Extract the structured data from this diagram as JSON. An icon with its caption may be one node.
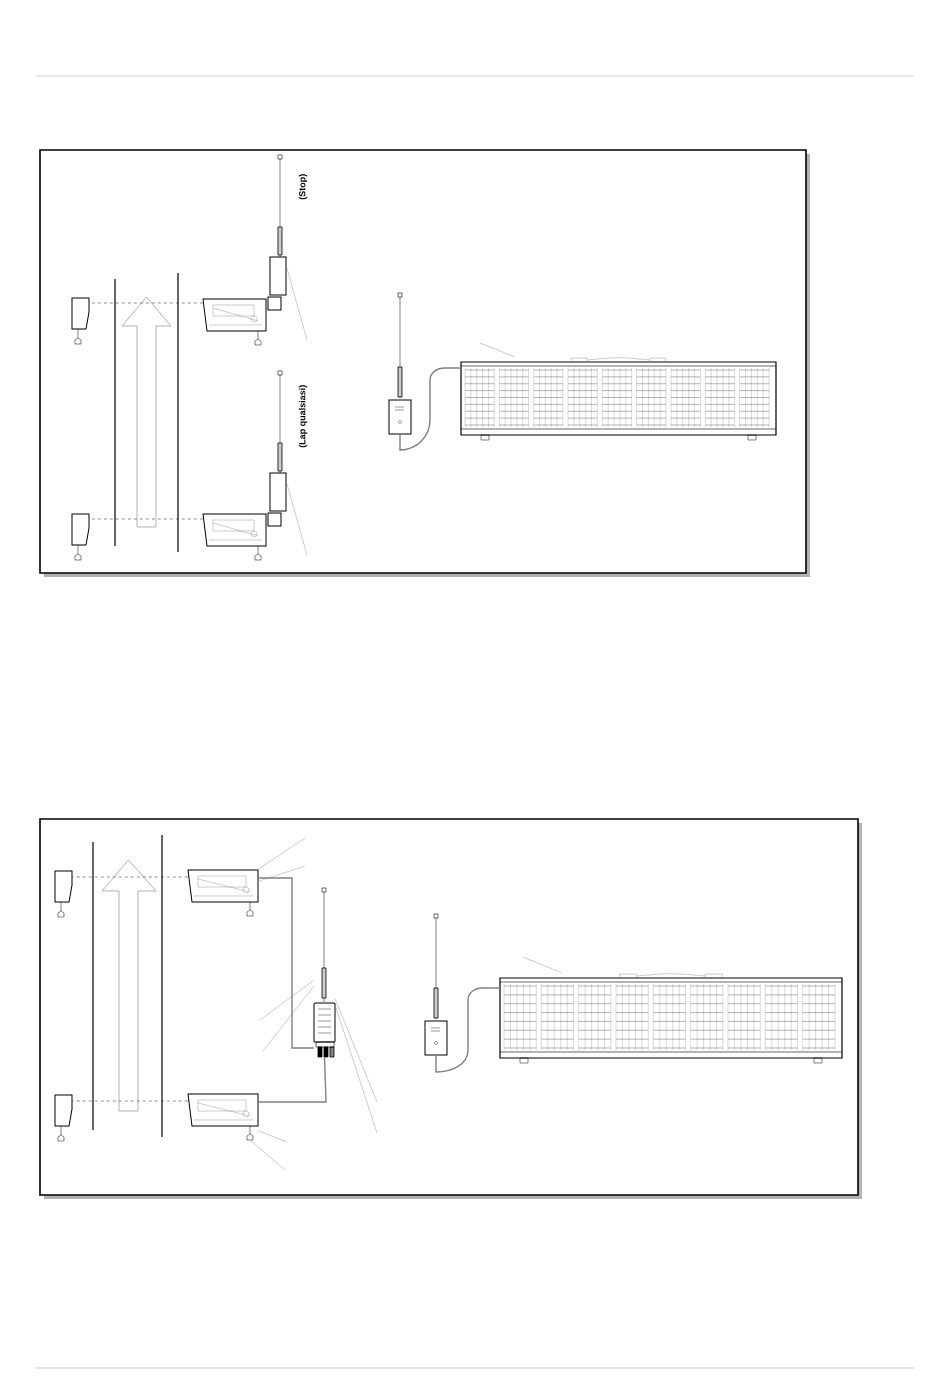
{
  "diagram": {
    "nodes": [
      {
        "text": [],
        "shape": "picture"
      },
      {
        "text": [],
        "shape": "picture"
      },
      {
        "text": [],
        "shape": "picture"
      },
      {
        "text": [],
        "shape": "picture"
      },
      {
        "text": [],
        "shape": "picture"
      },
      {
        "text": [],
        "shape": "picture"
      },
      {
        "text": [],
        "shape": "picture"
      },
      {
        "text": [],
        "shape": "picture"
      },
      {
        "text": [],
        "shape": "picture"
      },
      {
        "text": [],
        "shape": "picture"
      },
      {
        "text": [],
        "shape": "picture"
      },
      {
        "text": [],
        "shape": "picture"
      },
      {
        "text": [],
        "shape": "picture"
      },
      {
        "text": [],
        "shape": "picture"
      },
      {
        "text": [],
        "shape": "picture"
      }
    ],
    "edges": [
      {
        "from": 1,
        "to": 0,
        "arrow": "none",
        "style": "dashed"
      },
      {
        "from": 3,
        "to": 2,
        "arrow": "none",
        "style": "dashed"
      },
      {
        "from": 6,
        "to": 7,
        "arrow": "none"
      },
      {
        "from": 9,
        "to": 8,
        "arrow": "none",
        "style": "dashed"
      },
      {
        "from": 11,
        "to": 10,
        "arrow": "none",
        "style": "dashed"
      },
      {
        "from": 9,
        "to": 12,
        "arrow": "none"
      },
      {
        "from": 11,
        "to": 12,
        "arrow": "none"
      },
      {
        "from": 13,
        "to": 14,
        "arrow": "none"
      },
      {
        "from": null,
        "to": 4,
        "arrow": "none"
      },
      {
        "from": null,
        "to": 5,
        "arrow": "none"
      },
      {
        "from": null,
        "to": 7,
        "arrow": "none"
      },
      {
        "from": null,
        "to": 9,
        "arrow": "none"
      },
      {
        "from": null,
        "to": 9,
        "arrow": "none"
      },
      {
        "from": null,
        "to": 12,
        "arrow": "none"
      },
      {
        "from": null,
        "to": 12,
        "arrow": "none"
      },
      {
        "from": null,
        "to": 12,
        "arrow": "none"
      },
      {
        "from": null,
        "to": 12,
        "arrow": "none"
      },
      {
        "from": null,
        "to": 11,
        "arrow": "none"
      },
      {
        "from": null,
        "to": 11,
        "arrow": "none"
      },
      {
        "from": null,
        "to": 14,
        "arrow": "none"
      }
    ],
    "labels": [
      "(Stop)",
      "(Lap qualsiasi)"
    ]
  }
}
